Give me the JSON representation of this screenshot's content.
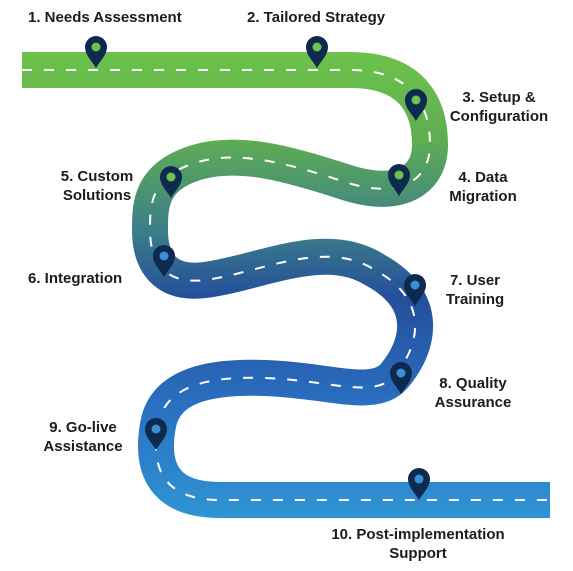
{
  "steps": [
    {
      "id": "needs-assessment",
      "lines": [
        "1. Needs Assessment"
      ]
    },
    {
      "id": "tailored-strategy",
      "lines": [
        "2. Tailored Strategy"
      ]
    },
    {
      "id": "setup-configuration",
      "lines": [
        "3. Setup &",
        "Configuration"
      ]
    },
    {
      "id": "data-migration",
      "lines": [
        "4. Data",
        "Migration"
      ]
    },
    {
      "id": "custom-solutions",
      "lines": [
        "5. Custom",
        "Solutions"
      ]
    },
    {
      "id": "integration",
      "lines": [
        "6. Integration"
      ]
    },
    {
      "id": "user-training",
      "lines": [
        "7. User",
        "Training"
      ]
    },
    {
      "id": "quality-assurance",
      "lines": [
        "8. Quality",
        "Assurance"
      ]
    },
    {
      "id": "go-live-assistance",
      "lines": [
        "9. Go-live",
        "Assistance"
      ]
    },
    {
      "id": "post-implementation-support",
      "lines": [
        "10. Post-implementation",
        "Support"
      ]
    }
  ],
  "colors": {
    "road_top": "#6cc24a",
    "road_mid": "#2a5ca6",
    "road_bottom": "#2f8fd0",
    "pin": "#0e2a4f",
    "dash": "#ffffff"
  },
  "icons": {
    "marker": "map-pin-icon"
  }
}
